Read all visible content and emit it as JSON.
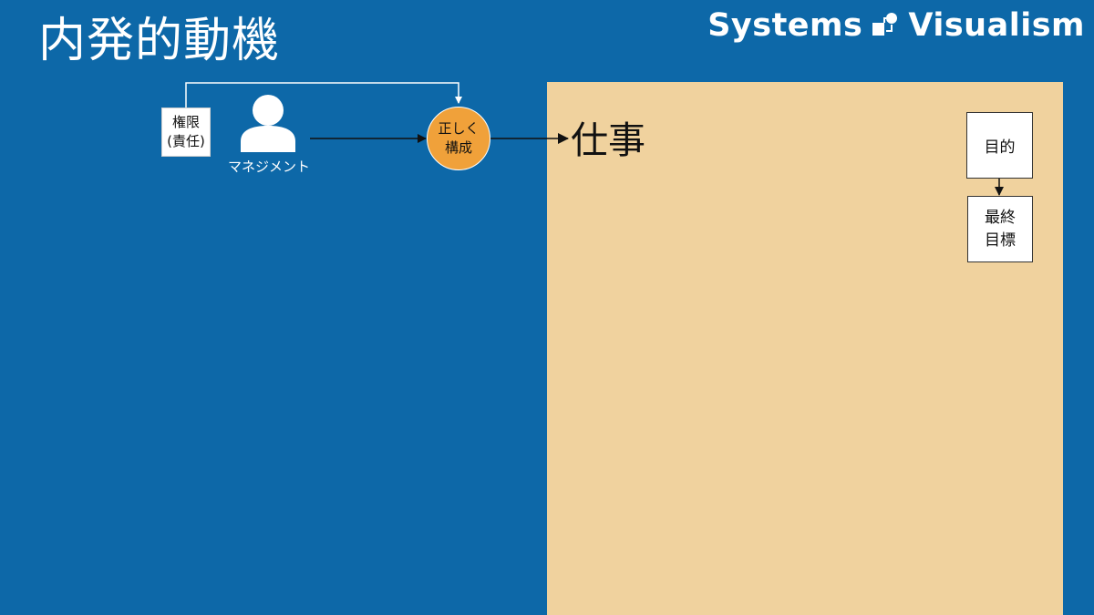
{
  "slide": {
    "title": "内発的動機",
    "background_color": "#0d68a8"
  },
  "brand": {
    "left_word": "Systems",
    "right_word": "Visualism",
    "logo_icon": "systems-visualism-logo-icon"
  },
  "diagram": {
    "authority_box": {
      "line1": "権限",
      "line2": "(責任)"
    },
    "manager": {
      "icon": "person-icon",
      "label": "マネジメント"
    },
    "compose_circle": {
      "line1": "正しく",
      "line2": "構成",
      "color": "#f0a13a"
    },
    "work_panel": {
      "label": "仕事",
      "color": "#f0d29e"
    },
    "purpose_box": {
      "label": "目的"
    },
    "final_goal_box": {
      "line1": "最終",
      "line2": "目標"
    }
  }
}
